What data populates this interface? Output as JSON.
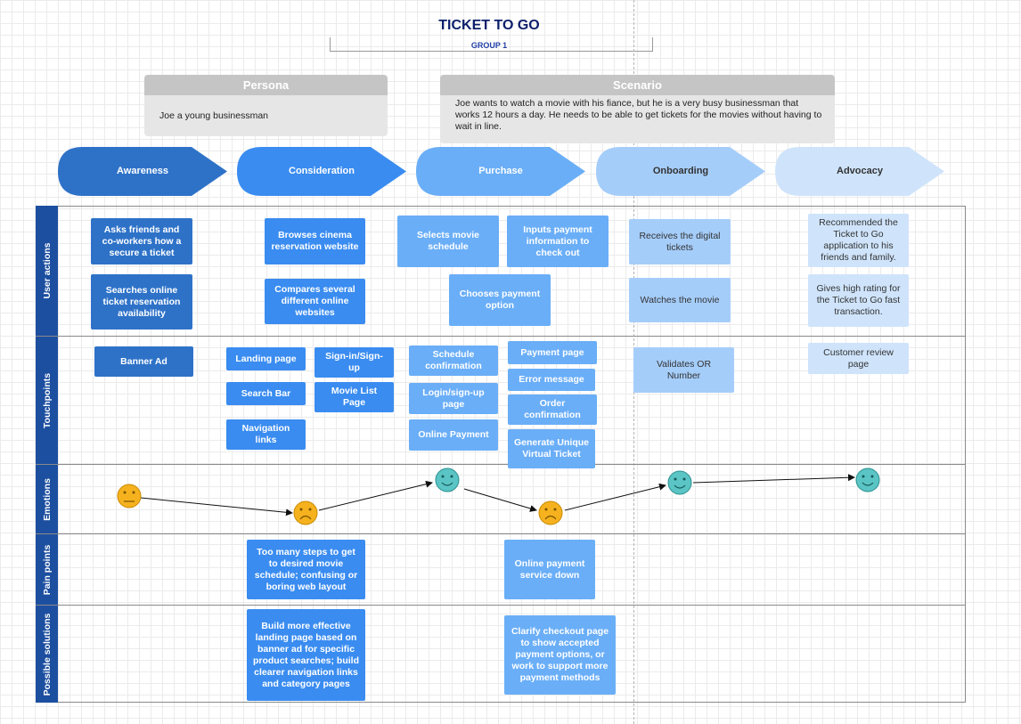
{
  "header": {
    "title": "TICKET TO GO",
    "subtitle": "GROUP 1"
  },
  "persona": {
    "label": "Persona",
    "text": "Joe a young businessman"
  },
  "scenario": {
    "label": "Scenario",
    "text": "Joe wants to watch a movie with his fiance, but he is a very busy businessman that works 12 hours a day. He needs to be able to get tickets for the movies without having to wait in line."
  },
  "stages": [
    "Awareness",
    "Consideration",
    "Purchase",
    "Onboarding",
    "Advocacy"
  ],
  "lanes": [
    "User actions",
    "Touchpoints",
    "Emotions",
    "Pain points",
    "Possible solutions"
  ],
  "user_actions": {
    "awareness": [
      "Asks friends and co-workers how a secure a ticket",
      "Searches online ticket reservation availability"
    ],
    "consideration": [
      "Browses cinema reservation website",
      "Compares several different online websites"
    ],
    "purchase": [
      "Selects movie schedule",
      "Inputs payment information to check out",
      "Chooses payment option"
    ],
    "onboarding": [
      "Receives the digital tickets",
      "Watches the movie"
    ],
    "advocacy": [
      "Recommended the Ticket to Go application to his friends and family.",
      "Gives high rating for the Ticket to Go fast transaction."
    ]
  },
  "touchpoints": {
    "awareness": [
      "Banner Ad"
    ],
    "consideration": [
      "Landing page",
      "Sign-in/Sign-up",
      "Search Bar",
      "Movie List Page",
      "Navigation links"
    ],
    "purchase": [
      "Schedule confirmation",
      "Payment page",
      "Error message",
      "Login/sign-up page",
      "Order confirmation",
      "Online Payment",
      "Generate Unique Virtual Ticket"
    ],
    "onboarding": [
      "Validates OR Number"
    ],
    "advocacy": [
      "Customer review page"
    ]
  },
  "emotions": [
    "neutral",
    "sad",
    "happy",
    "sad",
    "happy",
    "happy"
  ],
  "pain_points": [
    "Too many steps to get to desired movie schedule; confusing or boring web layout",
    "Online payment service down"
  ],
  "solutions": [
    "Build more effective landing page based on banner ad for specific product searches; build clearer navigation links and category pages",
    "Clarify checkout page to show accepted payment options, or work to support more payment methods"
  ],
  "colors": {
    "stage1": "#2e72c8",
    "stage2": "#3a8cf0",
    "stage3": "#6aaef7",
    "stage4": "#a5cdfa",
    "stage5": "#cfe4fb",
    "lane": "#1d4fa0",
    "sad": "#f5b21e",
    "happy": "#5bc4c4"
  }
}
